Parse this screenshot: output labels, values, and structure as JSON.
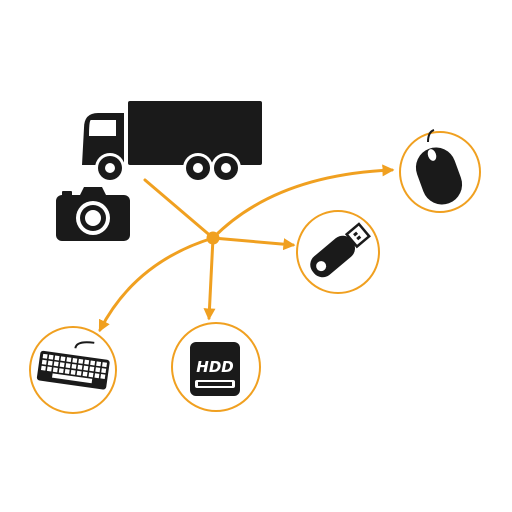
{
  "diagram": {
    "accent_color": "#f0a020",
    "icon_color": "#1a1a1a",
    "source_icons": [
      "truck-icon",
      "camera-icon"
    ],
    "targets": [
      {
        "id": "mouse",
        "icon": "mouse-icon"
      },
      {
        "id": "usb",
        "icon": "usb-drive-icon"
      },
      {
        "id": "hdd",
        "icon": "hdd-icon",
        "label": "HDD"
      },
      {
        "id": "keyboard",
        "icon": "keyboard-icon"
      }
    ]
  }
}
